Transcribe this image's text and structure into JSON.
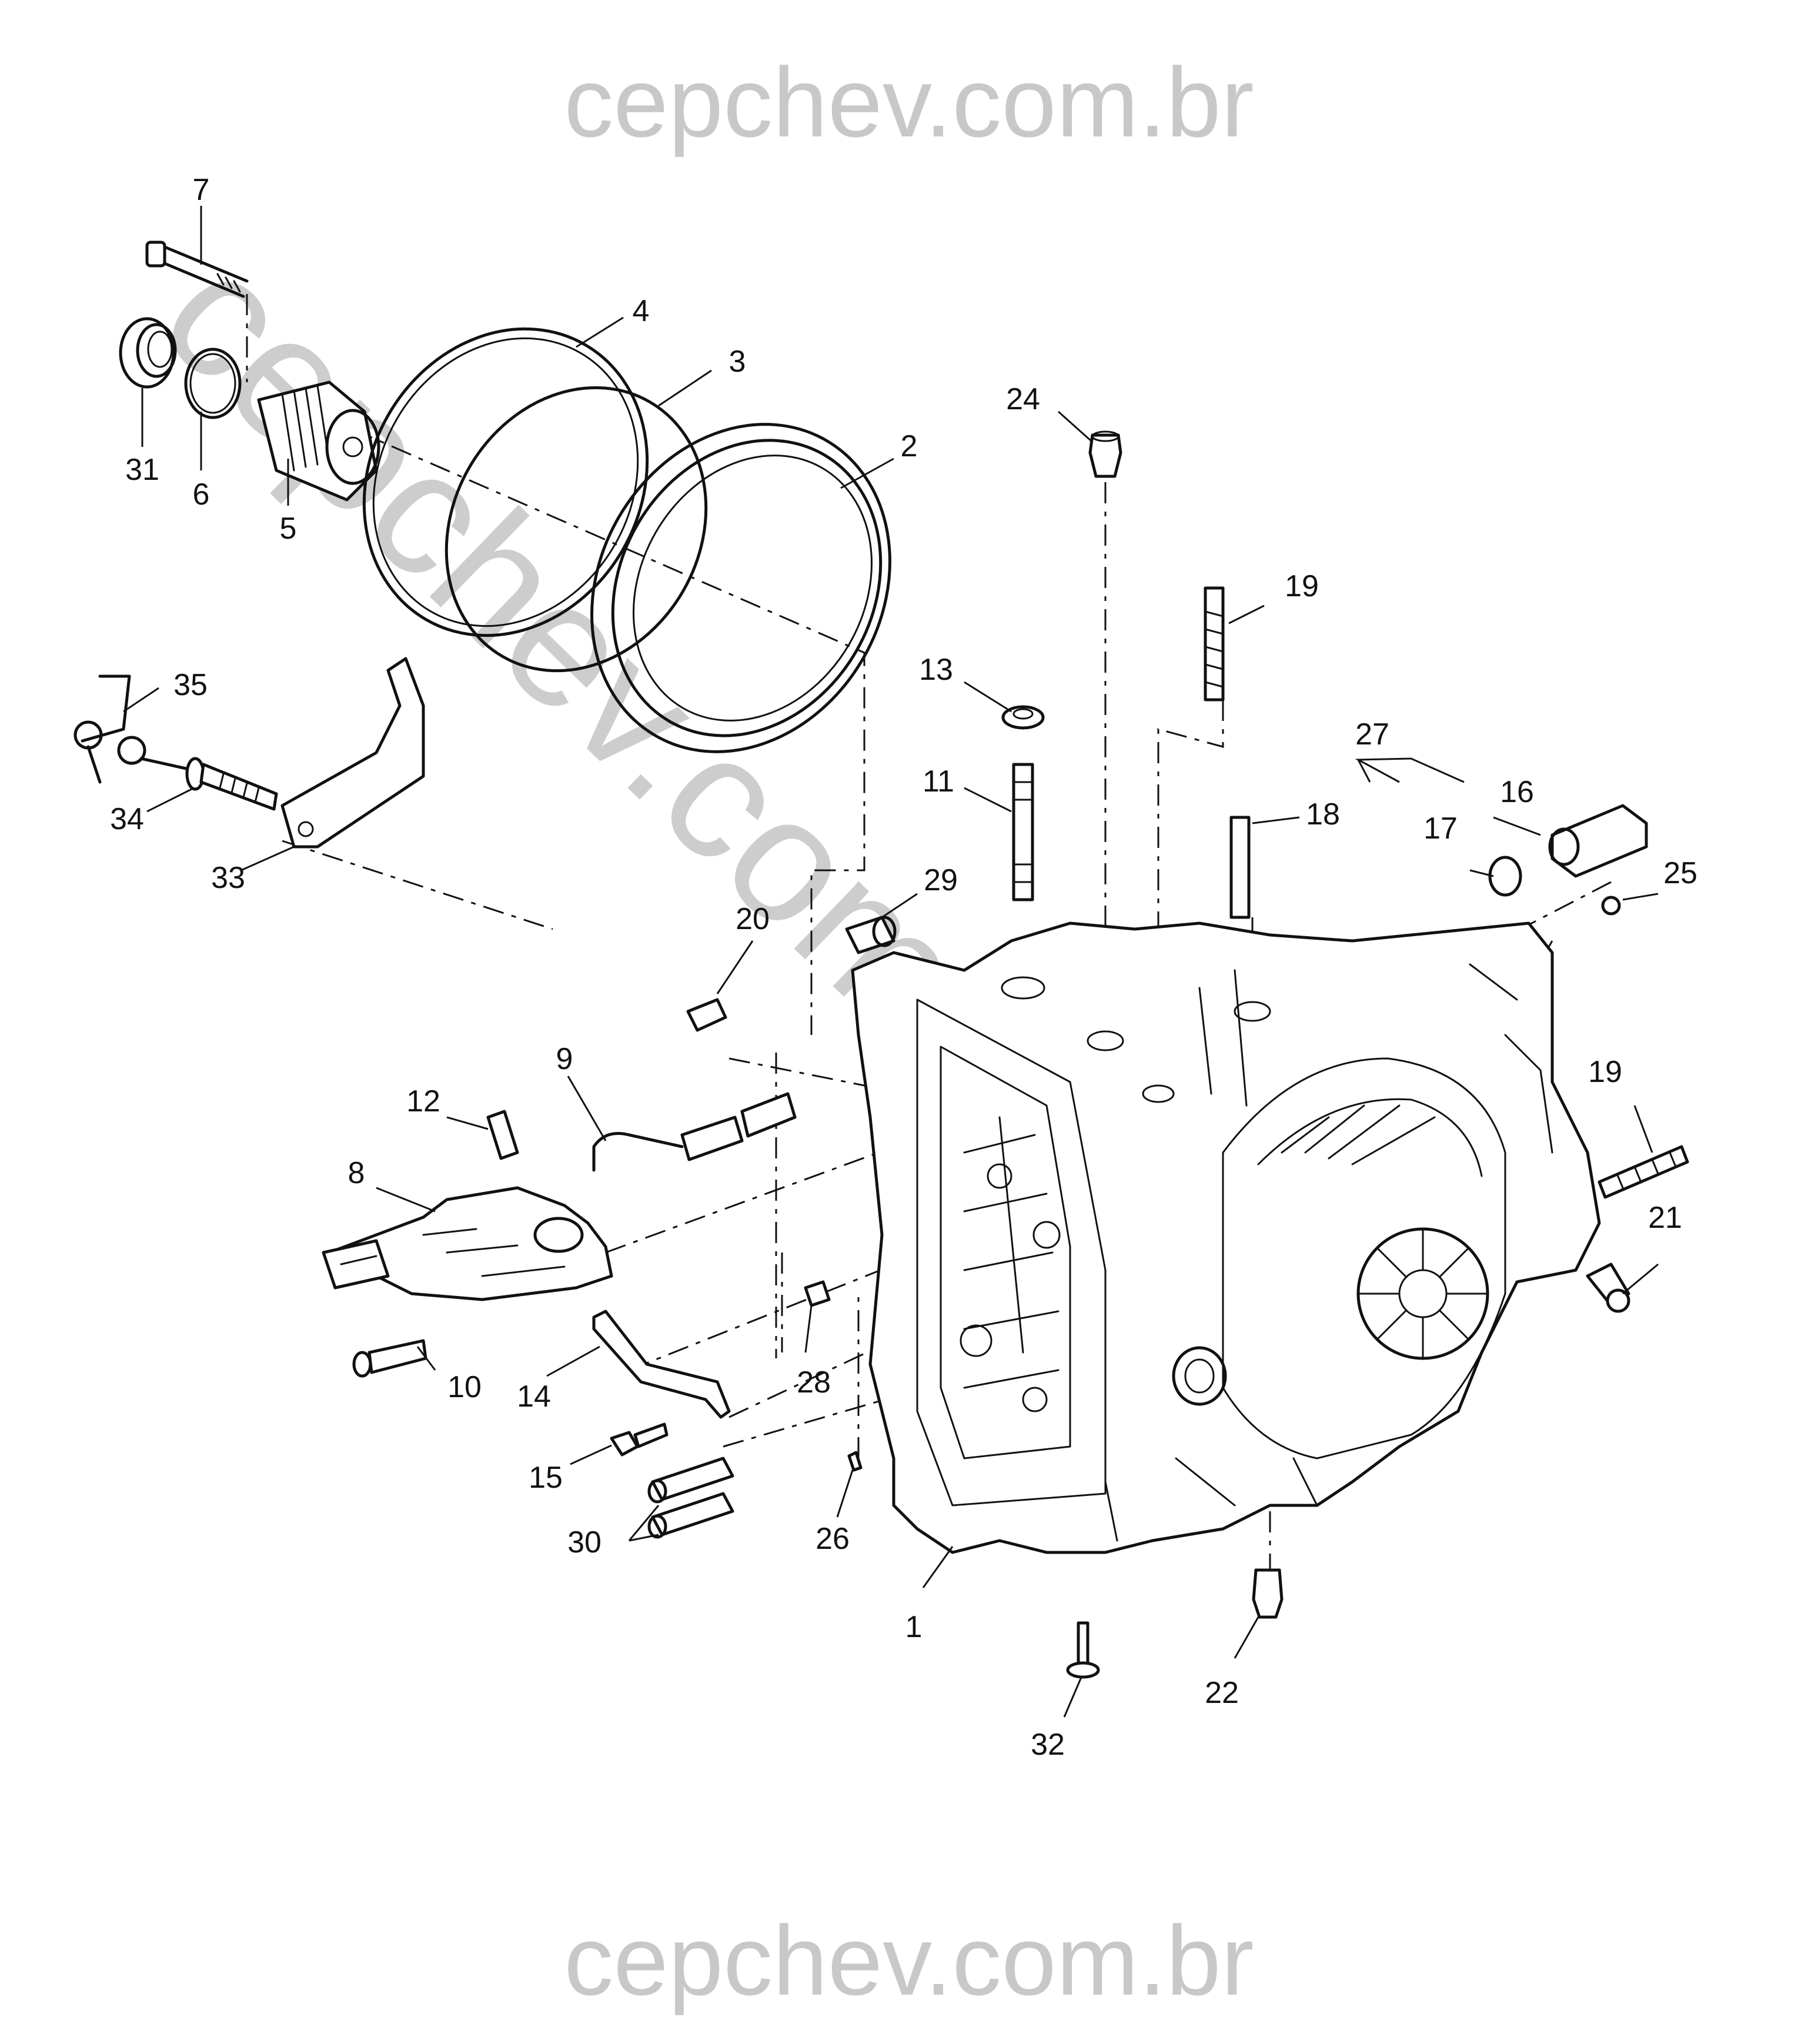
{
  "watermark": {
    "top": "cepchev.com.br",
    "bottom": "cepchev.com.br",
    "diagonal": "cepchev.com.br",
    "color": "#c8c8c8"
  },
  "callouts": [
    "7",
    "4",
    "3",
    "2",
    "31",
    "6",
    "5",
    "24",
    "19",
    "13",
    "11",
    "27",
    "16",
    "17",
    "18",
    "25",
    "29",
    "35",
    "34",
    "33",
    "20",
    "9",
    "12",
    "8",
    "10",
    "14",
    "15",
    "30",
    "26",
    "28",
    "19",
    "21",
    "1",
    "22",
    "32"
  ]
}
